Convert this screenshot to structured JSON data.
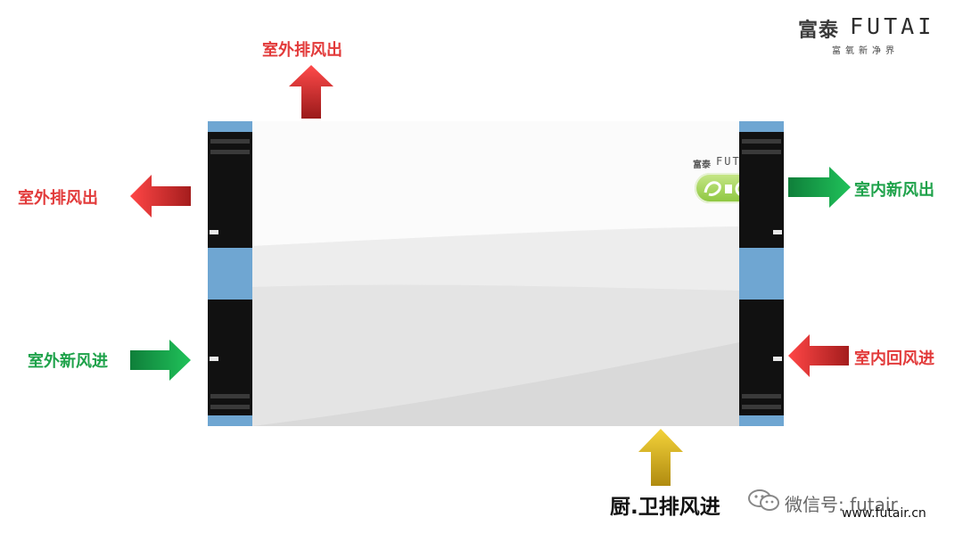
{
  "brand": {
    "name_cn": "富泰",
    "name_en": "FUTAI",
    "slogan": "富氧新净界"
  },
  "unit": {
    "logo_cn": "富泰",
    "logo_en": "FUTAI"
  },
  "labels": {
    "top_exhaust": "室外排风出",
    "left_exhaust": "室外排风出",
    "left_fresh": "室外新风进",
    "right_fresh_out": "室内新风出",
    "right_return": "室内回风进",
    "bottom_kitchen": "厨.卫排风进"
  },
  "watermark": {
    "account": "微信号: futair",
    "website": "www.futair.cn"
  },
  "colors": {
    "red_arrow": "#e23a3a",
    "green_arrow": "#1ea24a",
    "yellow_arrow": "#e7c62a",
    "flange": "#6fa6d2"
  },
  "icons": [
    "arrow-up-red",
    "arrow-left-red",
    "arrow-right-green",
    "arrow-left-red",
    "arrow-up-yellow",
    "wechat-icon"
  ]
}
